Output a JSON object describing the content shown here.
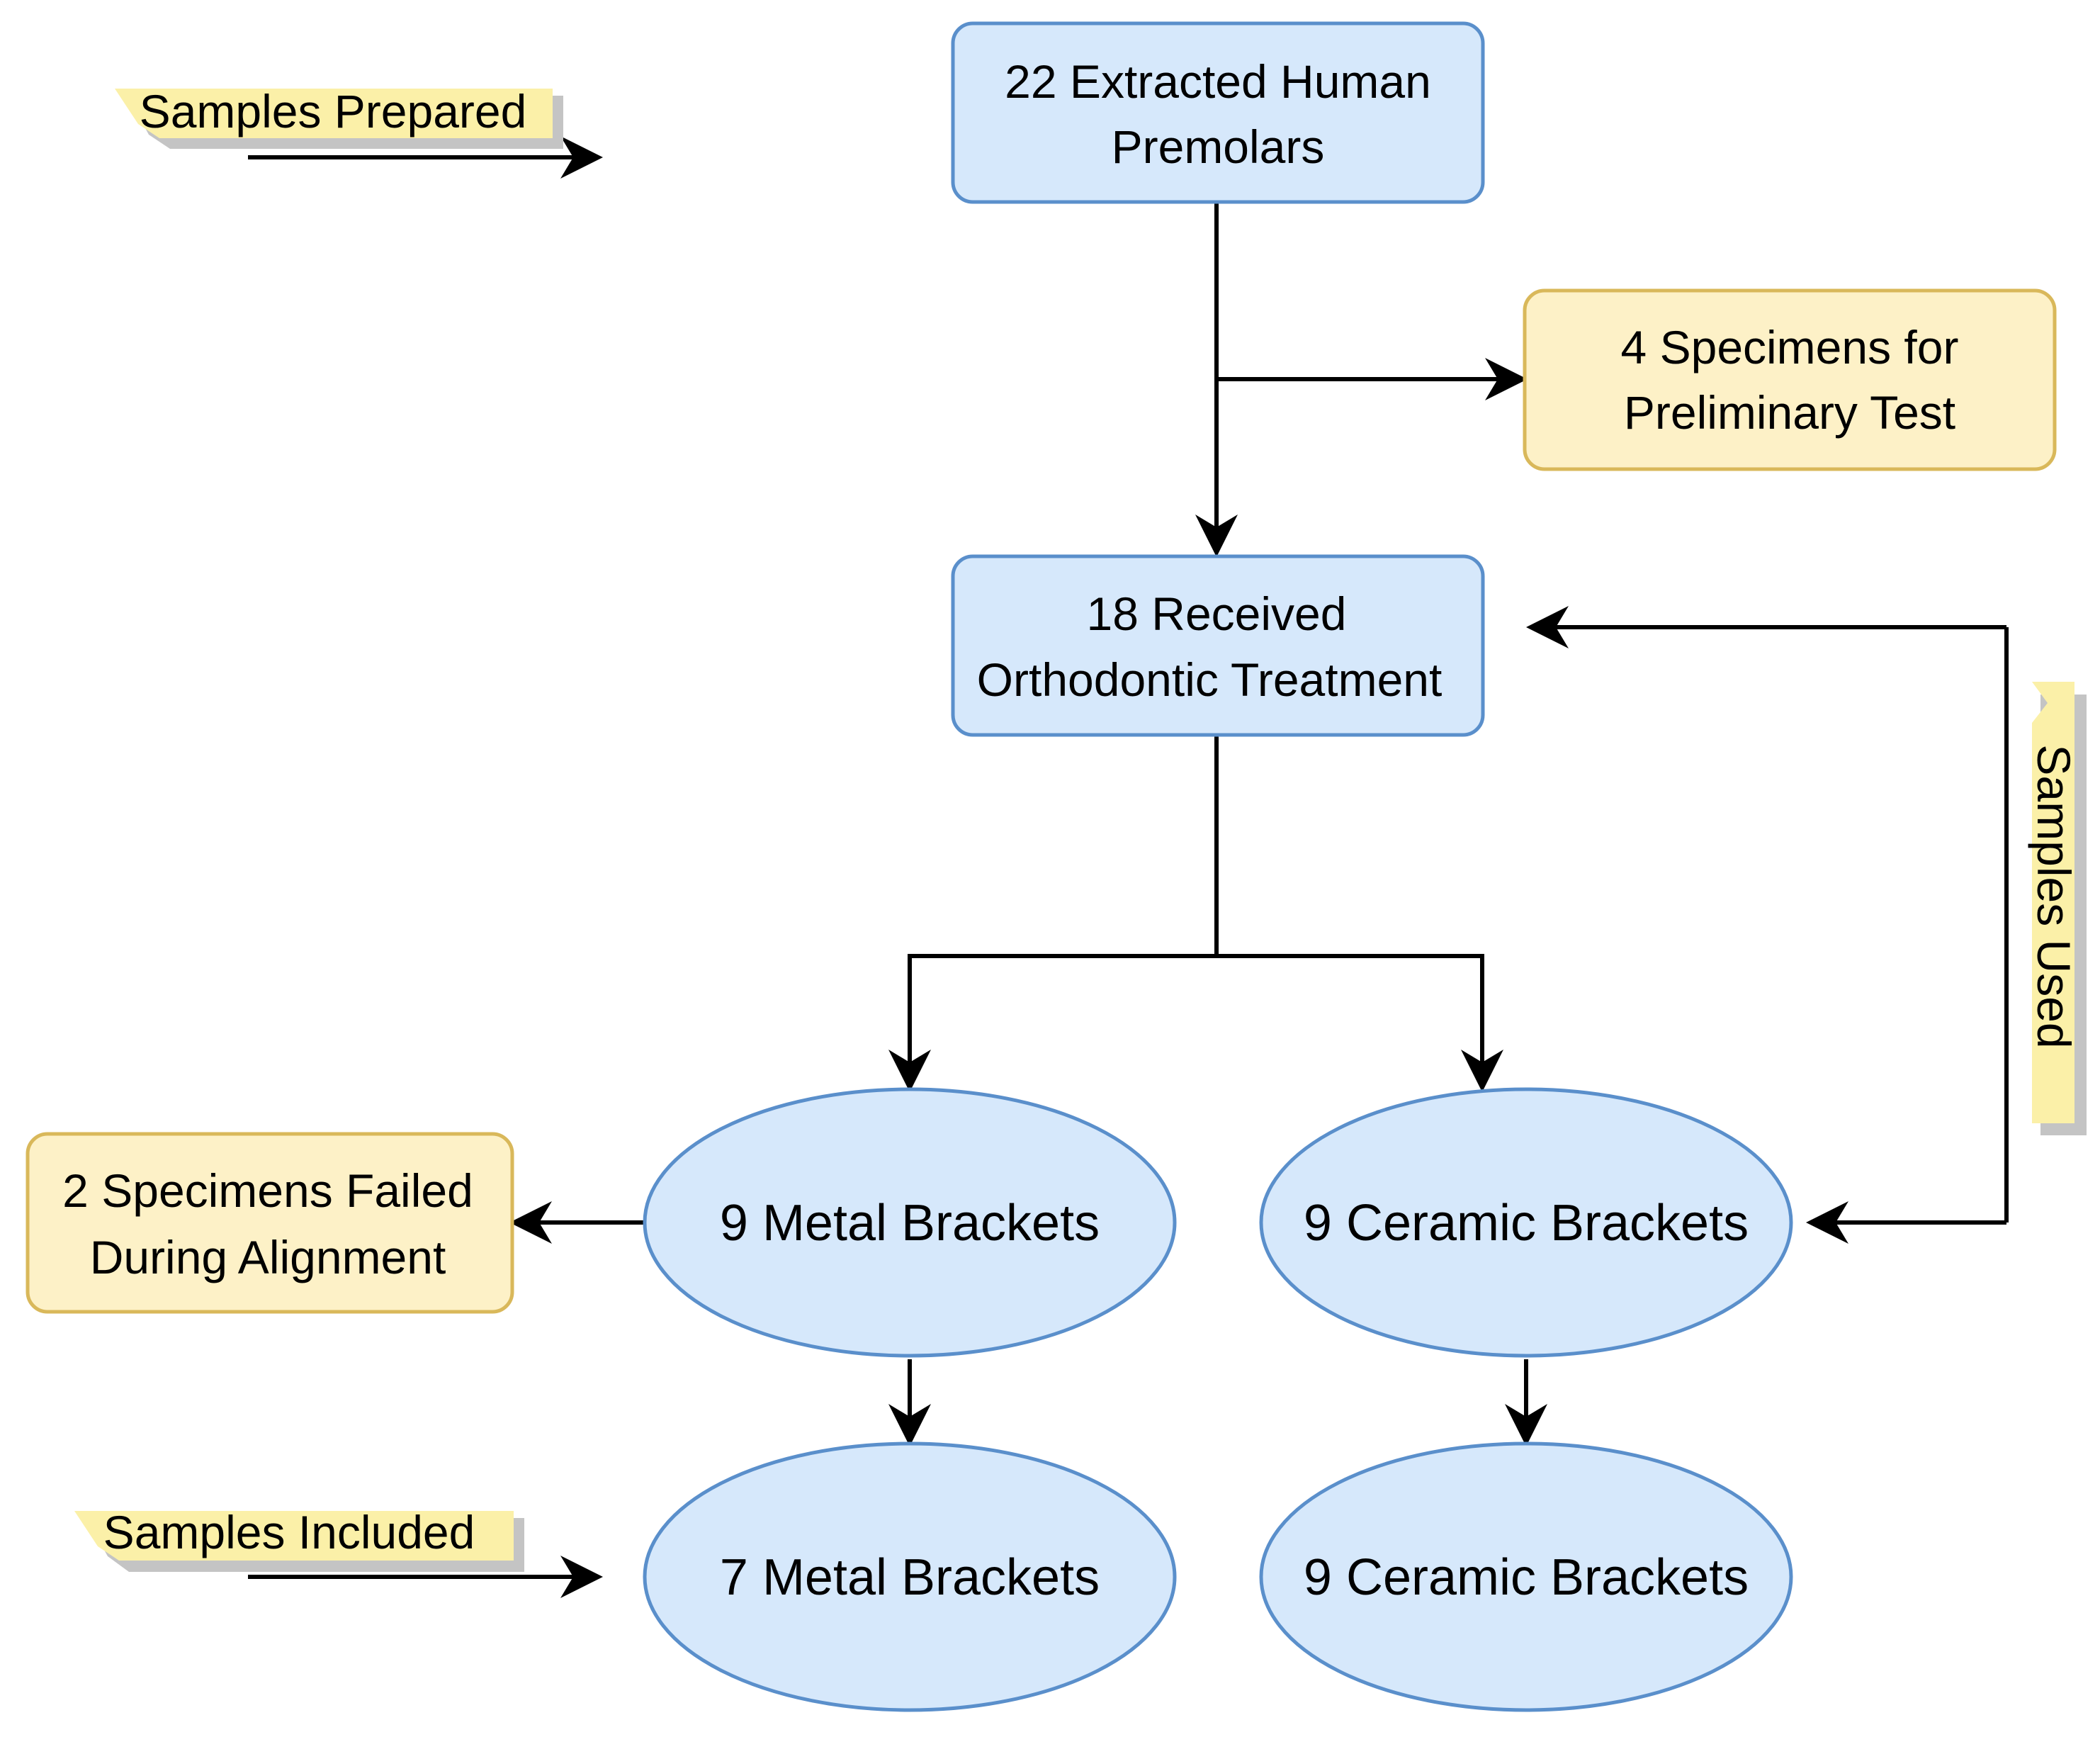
{
  "diagram": {
    "nodes": {
      "extracted": {
        "line1": "22 Extracted Human",
        "line2": "Premolars"
      },
      "preliminary": {
        "line1": "4 Specimens for",
        "line2": "Preliminary Test"
      },
      "received": {
        "line1": "18 Received",
        "line2": "Orthodontic Treatment"
      },
      "failed": {
        "line1": "2 Specimens Failed",
        "line2": "During Alignment"
      },
      "metal_used": {
        "label": "9 Metal Brackets"
      },
      "ceramic_used": {
        "label": "9 Ceramic Brackets"
      },
      "metal_included": {
        "label": "7 Metal Brackets"
      },
      "ceramic_included": {
        "label": "9 Ceramic Brackets"
      }
    },
    "stage_labels": {
      "prepared": "Samples Prepared",
      "used": "Samples Used",
      "included": "Samples Included"
    }
  },
  "colors": {
    "blue_fill": "#d6e8fb",
    "blue_stroke": "#5a8fcb",
    "yellow_fill": "#fdf1c7",
    "yellow_stroke": "#d9b85a",
    "tag_fill": "#fbf0a8",
    "tag_shadow": "#c4c4c4",
    "edge": "#000000"
  }
}
